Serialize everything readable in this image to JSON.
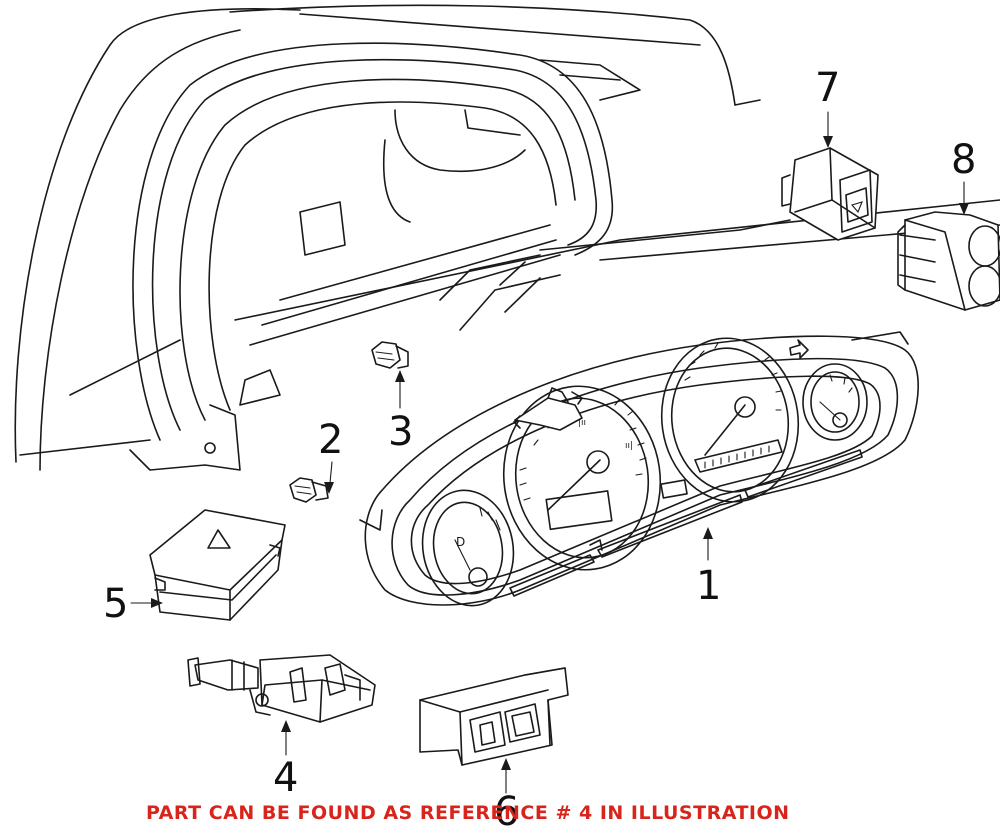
{
  "callouts": [
    {
      "id": "1",
      "label": "1"
    },
    {
      "id": "2",
      "label": "2"
    },
    {
      "id": "3",
      "label": "3"
    },
    {
      "id": "4",
      "label": "4"
    },
    {
      "id": "5",
      "label": "5"
    },
    {
      "id": "6",
      "label": "6"
    },
    {
      "id": "7",
      "label": "7"
    },
    {
      "id": "8",
      "label": "8"
    }
  ],
  "footnote": {
    "text": "PART CAN BE FOUND AS REFERENCE # 4 IN ILLUSTRATION",
    "color": "#d9241c"
  },
  "line_color": "#1a1a1a"
}
